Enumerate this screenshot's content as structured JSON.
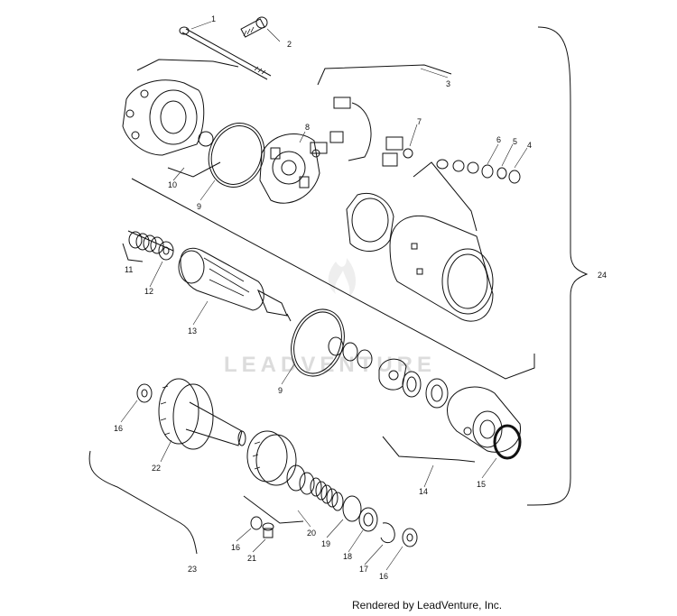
{
  "watermark": {
    "text": "LEADVENTURE"
  },
  "footer": {
    "rendered_by": "Rendered by LeadVenture, Inc."
  },
  "callouts": {
    "p1": "1",
    "p2": "2",
    "p3": "3",
    "p4": "4",
    "p5": "5",
    "p6": "6",
    "p7": "7",
    "p8": "8",
    "p9a": "9",
    "p9b": "9",
    "p10": "10",
    "p11": "11",
    "p12": "12",
    "p13": "13",
    "p14": "14",
    "p15": "15",
    "p16a": "16",
    "p16b": "16",
    "p16c": "16",
    "p17": "17",
    "p18": "18",
    "p19": "19",
    "p20": "20",
    "p21": "21",
    "p22": "22",
    "p23": "23",
    "p24": "24"
  }
}
